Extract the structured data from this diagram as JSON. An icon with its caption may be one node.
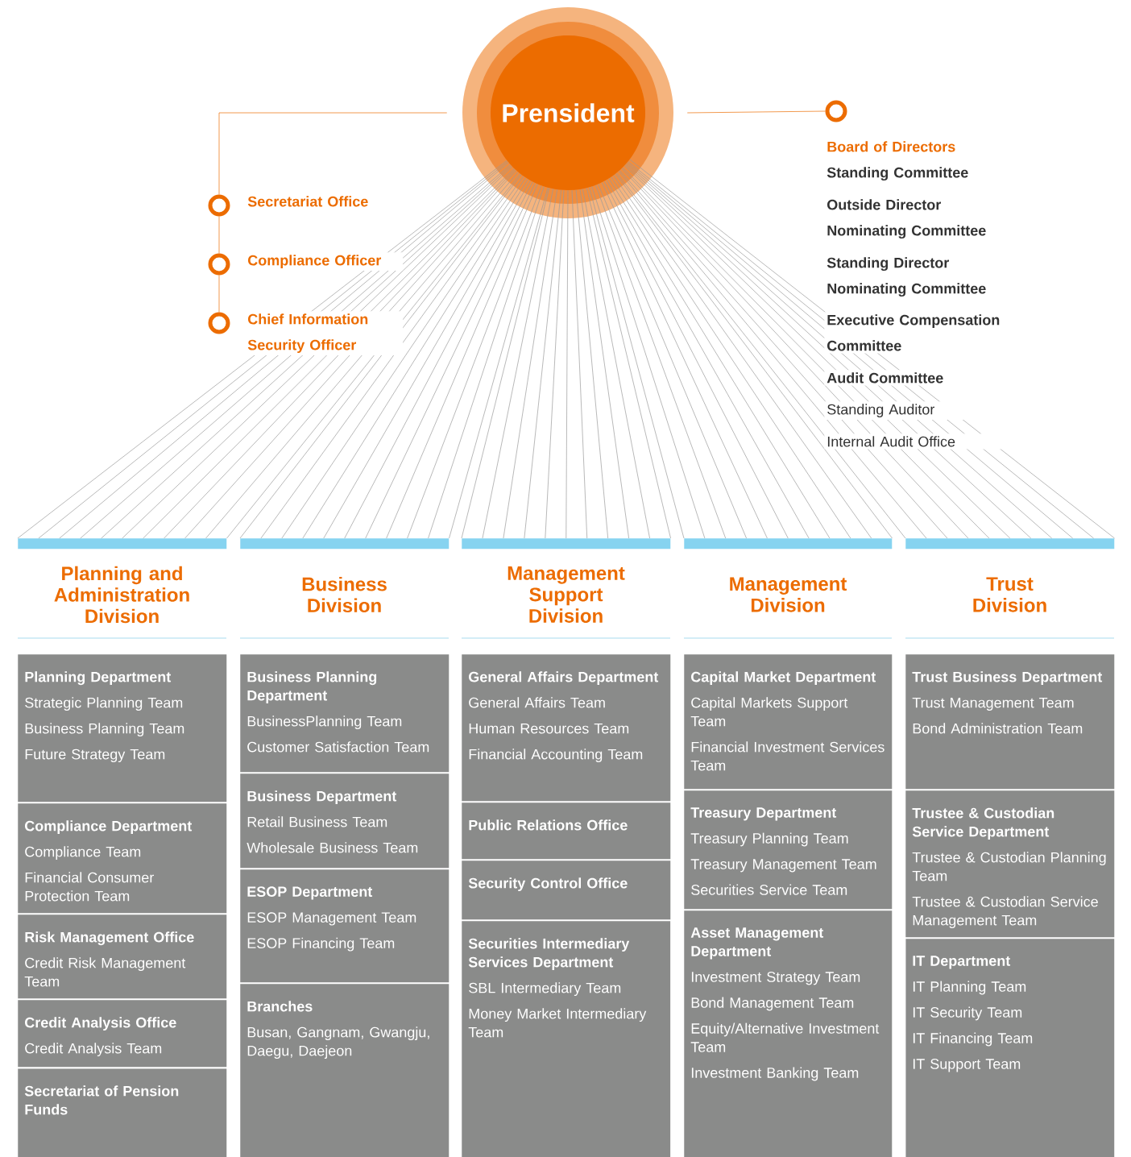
{
  "diagram": {
    "nodes": [
      {
        "text": [
          "Prensident"
        ]
      },
      {
        "text": [
          "Secretariat Office"
        ]
      },
      {
        "text": [
          "Compliance Officer"
        ]
      },
      {
        "text": [
          "Chief Information Security Officer"
        ]
      },
      {
        "text": [
          "Board of Directors"
        ]
      },
      {
        "text": [
          "Standing Committee"
        ]
      },
      {
        "text": [
          "Outside Director Nominating Committee"
        ]
      },
      {
        "text": [
          "Standing Director Nominating Committee"
        ]
      },
      {
        "text": [
          "Executive Compensation Committee"
        ]
      },
      {
        "text": [
          "Audit Committee"
        ]
      },
      {
        "text": [
          "Standing Auditor"
        ]
      },
      {
        "text": [
          "Internal Audit Office"
        ]
      },
      {
        "text": [
          "Planning and Administration Division"
        ]
      },
      {
        "text": [
          "Business Division"
        ]
      },
      {
        "text": [
          "Management Support Division"
        ]
      },
      {
        "text": [
          "Management Division"
        ]
      },
      {
        "text": [
          "Trust Division"
        ]
      },
      {
        "text": [
          "Planning Department",
          "Strategic Planning Team",
          "Business Planning Team",
          "Future Strategy Team"
        ]
      },
      {
        "text": [
          "Compliance Department",
          "Compliance Team",
          "Financial Consumer Protection Team"
        ]
      },
      {
        "text": [
          "Risk Management Office",
          "Credit Risk Management Team"
        ]
      },
      {
        "text": [
          "Credit Analysis Office",
          "Credit Analysis Team"
        ]
      },
      {
        "text": [
          "Secretariat of Pension Funds"
        ]
      },
      {
        "text": [
          "Business Planning Department",
          "BusinessPlanning Team",
          "Customer Satisfaction Team"
        ]
      },
      {
        "text": [
          "Business Department",
          "Retail Business Team",
          "Wholesale Business Team"
        ]
      },
      {
        "text": [
          "ESOP Department",
          "ESOP Management Team",
          "ESOP Financing Team"
        ]
      },
      {
        "text": [
          "Branches",
          "Busan, Gangnam, Gwangju, Daegu, Daejeon"
        ]
      },
      {
        "text": [
          "General Affairs Department",
          "General Affairs Team",
          "Human Resources Team",
          "Financial Accounting Team"
        ]
      },
      {
        "text": [
          "Public Relations Office"
        ]
      },
      {
        "text": [
          "Security Control Office"
        ]
      },
      {
        "text": [
          "Securities Intermediary Services Department",
          "SBL Intermediary Team",
          "Money Market Intermediary Team"
        ]
      },
      {
        "text": [
          "Capital Market Department",
          "Capital Markets Support Team",
          "Financial Investment Services Team"
        ]
      },
      {
        "text": [
          "Treasury Department",
          "Treasury Planning Team",
          "Treasury Management Team",
          "Securities Service Team"
        ]
      },
      {
        "text": [
          "Asset Management Department",
          "Investment Strategy Team",
          "Bond Management Team",
          "Equity/Alternative Investment Team",
          "Investment Banking Team"
        ]
      },
      {
        "text": [
          "Trust Business Department",
          "Trust Management Team",
          "Bond Administration Team"
        ]
      },
      {
        "text": [
          "Trustee & Custodian Service Department",
          "Trustee & Custodian Planning Team",
          "Trustee & Custodian Service Management Team"
        ]
      },
      {
        "text": [
          "IT Department",
          "IT Planning Team",
          "IT Security Team",
          "IT Financing Team",
          "IT Support Team"
        ]
      }
    ],
    "edges": [
      {
        "from": 0,
        "to": 1,
        "arrow": "none",
        "color": "#ec6c00"
      },
      {
        "from": 1,
        "to": 2,
        "arrow": "none",
        "color": "#ec6c00"
      },
      {
        "from": 2,
        "to": 3,
        "arrow": "none",
        "color": "#ec6c00"
      },
      {
        "from": 0,
        "to": 4,
        "arrow": "none",
        "color": "#ec6c00"
      },
      {
        "from": 0,
        "to": 12,
        "arrow": "none"
      },
      {
        "from": 0,
        "to": 13,
        "arrow": "none"
      },
      {
        "from": 0,
        "to": 14,
        "arrow": "none"
      },
      {
        "from": 0,
        "to": 15,
        "arrow": "none"
      },
      {
        "from": 0,
        "to": 16,
        "arrow": "none"
      }
    ]
  }
}
